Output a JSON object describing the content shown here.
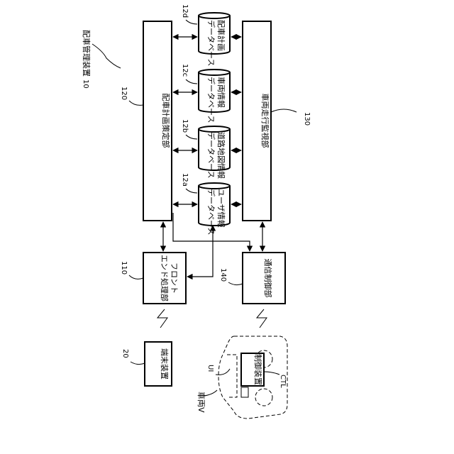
{
  "labels": {
    "device_title": "配車管理装置",
    "device_ref": "10",
    "plan_unit": "配車計画策定部",
    "plan_unit_ref": "120",
    "monitor_unit": "車両走行監視部",
    "monitor_unit_ref": "130",
    "front_end_line1": "フロント",
    "front_end_line2": "エンド処理部",
    "front_end_ref": "110",
    "comm_unit": "通信制御部",
    "comm_unit_ref": "140",
    "terminal": "端末装置",
    "terminal_ref": "20",
    "controller": "制御装置",
    "controller_ref": "CTL",
    "ui_ref": "UI",
    "vehicle": "車両V"
  },
  "databases": [
    {
      "ref": "12d",
      "line1": "配車計画",
      "line2": "データベース"
    },
    {
      "ref": "12c",
      "line1": "車両情報",
      "line2": "データベース"
    },
    {
      "ref": "12b",
      "line1": "道路地図情報",
      "line2": "データベース"
    },
    {
      "ref": "12a",
      "line1": "ユーザ情報",
      "line2": "データベース"
    }
  ]
}
